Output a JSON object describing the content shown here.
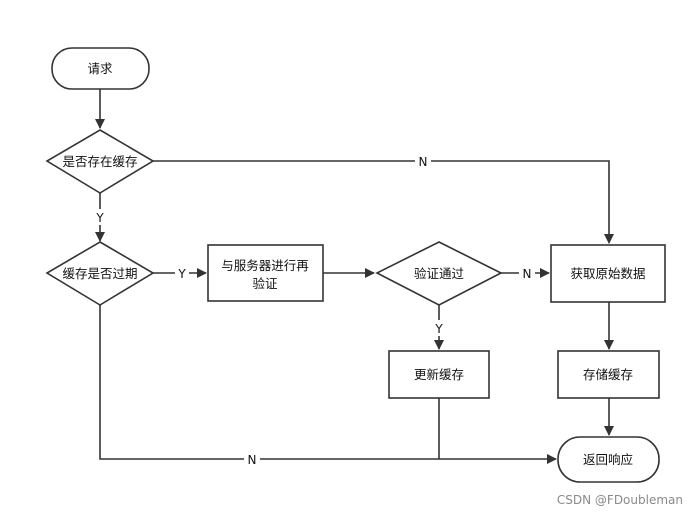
{
  "nodes": {
    "request": "请求",
    "cache_exists": "是否存在缓存",
    "cache_expired": "缓存是否过期",
    "revalidate": [
      "与服务器进行再",
      "验证"
    ],
    "validation_passed": "验证通过",
    "fetch_original": "获取原始数据",
    "update_cache": "更新缓存",
    "store_cache": "存储缓存",
    "return_response": "返回响应"
  },
  "edge_labels": {
    "cache_exists_no": "N",
    "cache_exists_yes": "Y",
    "expired_yes": "Y",
    "validation_no": "N",
    "validation_yes": "Y",
    "not_expired_no": "N"
  },
  "watermark": "CSDN @FDoubleman",
  "colors": {
    "stroke": "#333333",
    "fill": "#ffffff",
    "text": "#111111"
  }
}
